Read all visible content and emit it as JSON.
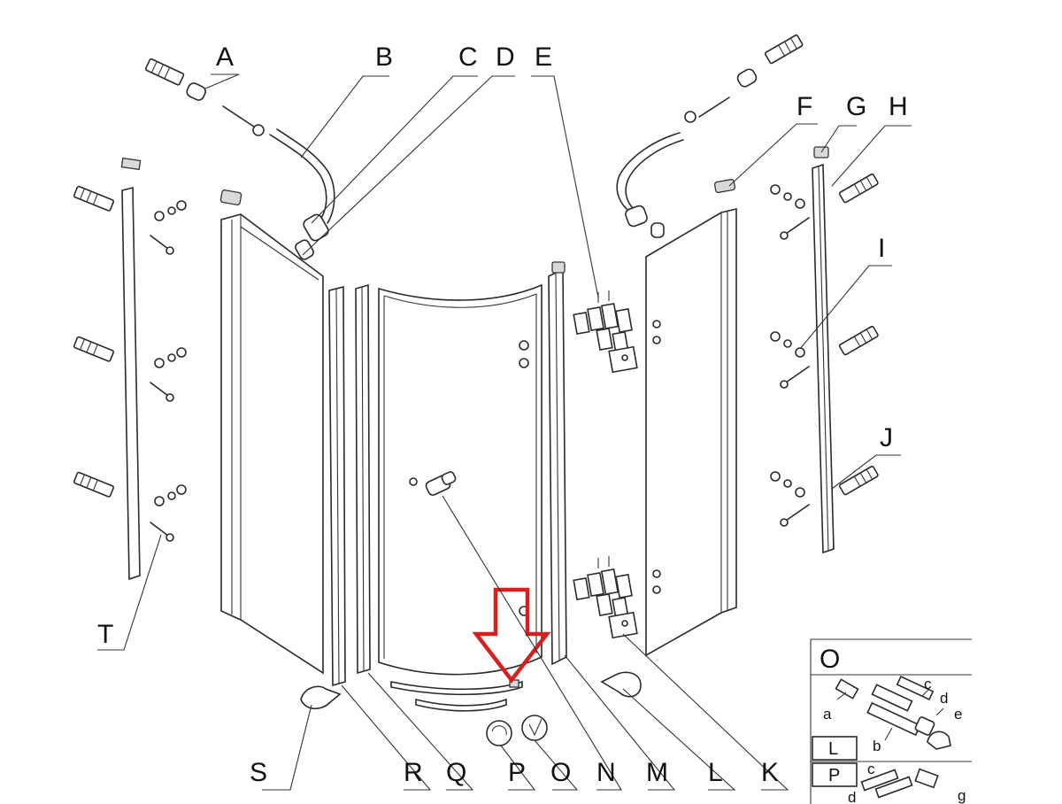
{
  "labels": {
    "A": "A",
    "B": "B",
    "C": "C",
    "D": "D",
    "E": "E",
    "F": "F",
    "G": "G",
    "H": "H",
    "I": "I",
    "J": "J",
    "K": "K",
    "L": "L",
    "M": "M",
    "N": "N",
    "O": "O",
    "P": "P",
    "Q": "Q",
    "R": "R",
    "S": "S",
    "T": "T"
  },
  "inset": {
    "title": "O",
    "row_l": "L",
    "row_p": "P",
    "parts": {
      "a": "a",
      "b": "b",
      "c": "c",
      "d": "d",
      "e": "e",
      "c2": "c",
      "d2": "d",
      "g": "g"
    }
  },
  "highlight_arrow_color": "#d42020",
  "line_color": "#2a2a2a"
}
